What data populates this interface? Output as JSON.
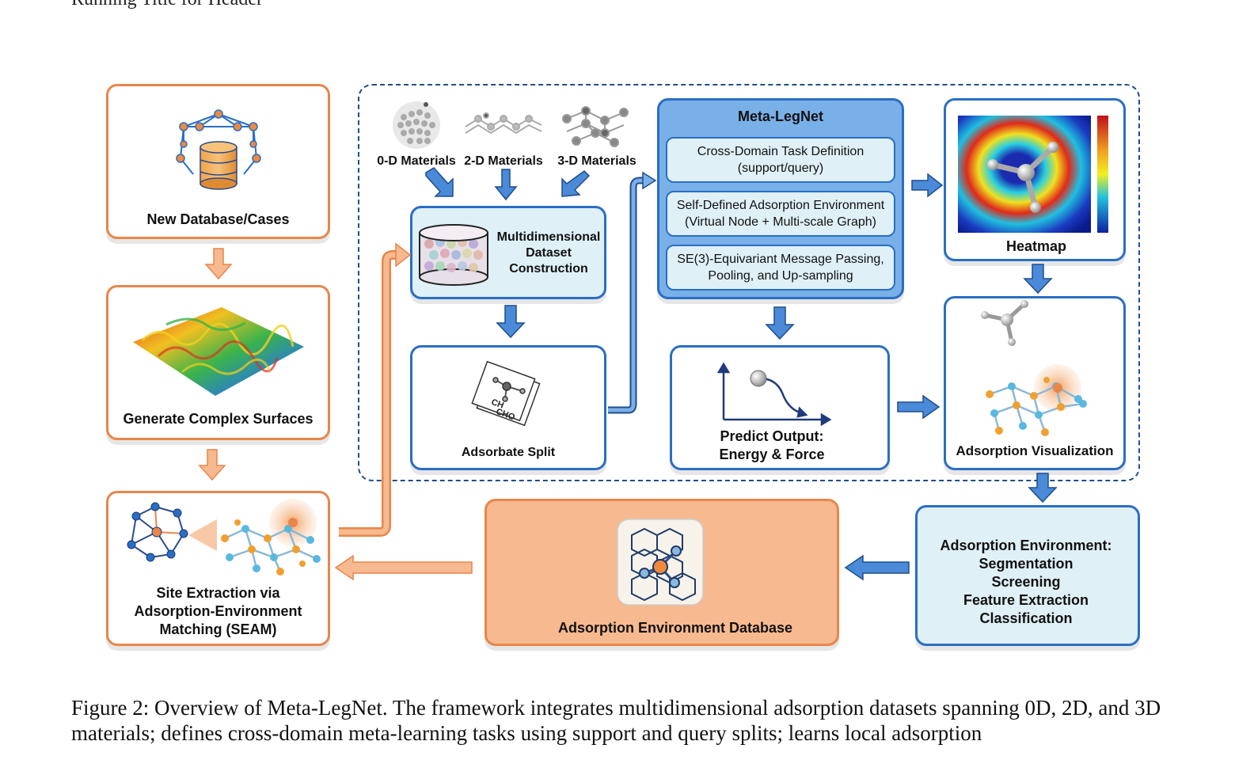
{
  "header": {
    "running_title": "Running Title for Header"
  },
  "boxes": {
    "new_db": "New Database/Cases",
    "surfaces": "Generate Complex Surfaces",
    "seam": [
      "Site Extraction via",
      "Adsorption-Environment",
      "Matching (SEAM)"
    ],
    "materials": [
      "0-D Materials",
      "2-D Materials",
      "3-D Materials"
    ],
    "dataset": [
      "Multidimensional",
      "Dataset",
      "Construction"
    ],
    "split": "Adsorbate Split",
    "meta_title": "Meta-LegNet",
    "meta_items": [
      [
        "Cross-Domain Task Definition",
        "(support/query)"
      ],
      [
        "Self-Defined Adsorption Environment",
        "(Virtual Node + Multi-scale Graph)"
      ],
      [
        "SE(3)-Equivariant Message Passing,",
        "Pooling, and Up-sampling"
      ]
    ],
    "predict": [
      "Predict Output:",
      "Energy & Force"
    ],
    "heatmap": "Heatmap",
    "visualization": "Adsorption Visualization",
    "env": [
      "Adsorption Environment:",
      "Segmentation",
      "Screening",
      "Feature Extraction",
      "Classification"
    ],
    "database": "Adsorption Environment Database",
    "adsorbate_label_1": "CH",
    "adsorbate_label_2": "CHO"
  },
  "colors": {
    "orange": "#e8864a",
    "blue": "#2a6ec4",
    "light_blue": "#dff0f7",
    "orange_fill": "#f7b98f"
  },
  "caption": "Figure 2: Overview of Meta-LegNet. The framework integrates multidimensional adsorption datasets spanning 0D, 2D, and 3D materials; defines cross-domain meta-learning tasks using support and query splits; learns local adsorption"
}
